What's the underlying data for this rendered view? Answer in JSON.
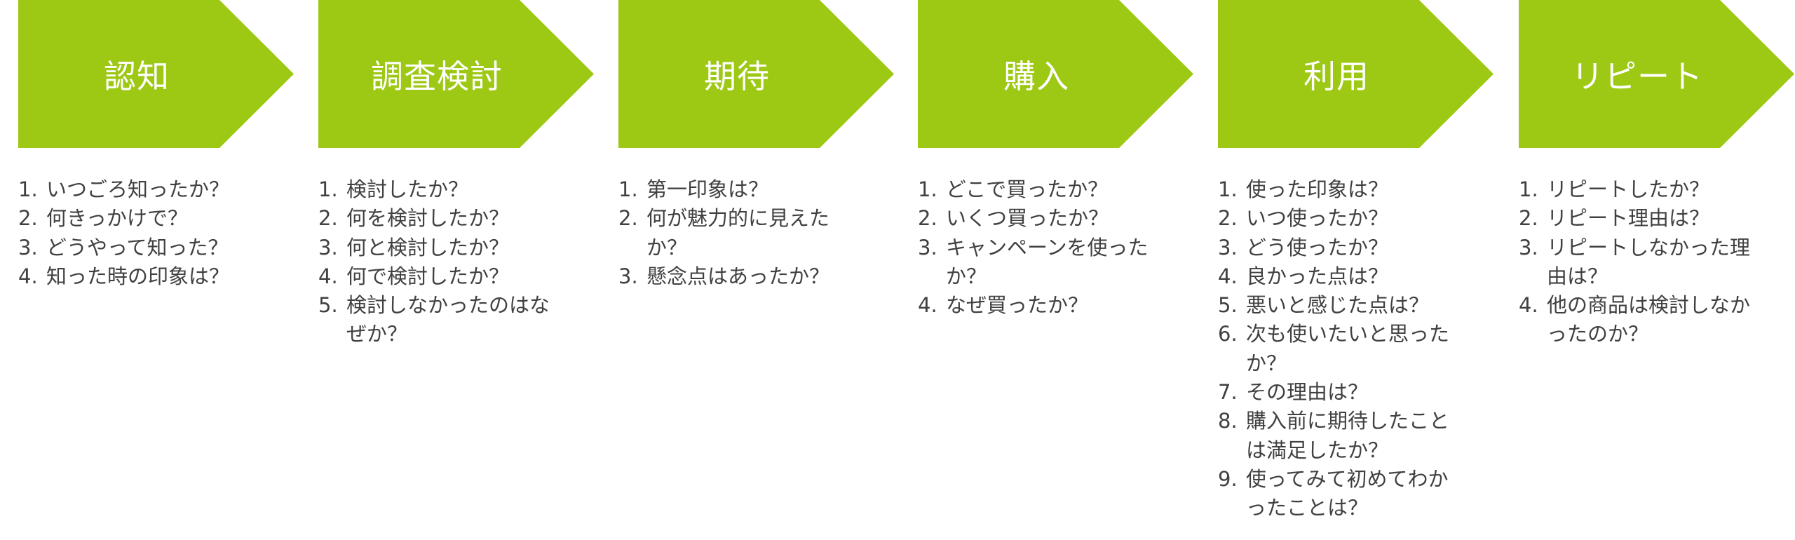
{
  "colors": {
    "chevron_fill": "#9DC814",
    "chevron_text": "#FFFFFF",
    "question_text": "#404040",
    "background": "#FFFFFF"
  },
  "stages": [
    {
      "title": "認知",
      "questions": [
        {
          "num": "1.",
          "text": "いつごろ知ったか？"
        },
        {
          "num": "2.",
          "text": "何きっかけで？"
        },
        {
          "num": "3.",
          "text": "どうやって知った？"
        },
        {
          "num": "4.",
          "text": "知った時の印象は？"
        }
      ]
    },
    {
      "title": "調査検討",
      "questions": [
        {
          "num": "1.",
          "text": "検討したか？"
        },
        {
          "num": "2.",
          "text": "何を検討したか？"
        },
        {
          "num": "3.",
          "text": "何と検討したか？"
        },
        {
          "num": "4.",
          "text": "何で検討したか？"
        },
        {
          "num": "5.",
          "text": "検討しなかったのはなぜか？"
        }
      ]
    },
    {
      "title": "期待",
      "questions": [
        {
          "num": "1.",
          "text": "第一印象は？"
        },
        {
          "num": "2.",
          "text": "何が魅力的に見えたか？"
        },
        {
          "num": "3.",
          "text": "懸念点はあったか？"
        }
      ]
    },
    {
      "title": "購入",
      "questions": [
        {
          "num": "1.",
          "text": "どこで買ったか？"
        },
        {
          "num": "2.",
          "text": "いくつ買ったか？"
        },
        {
          "num": "3.",
          "text": "キャンペーンを使ったか？"
        },
        {
          "num": "4.",
          "text": "なぜ買ったか？"
        }
      ]
    },
    {
      "title": "利用",
      "questions": [
        {
          "num": "1.",
          "text": "使った印象は？"
        },
        {
          "num": "2.",
          "text": "いつ使ったか？"
        },
        {
          "num": "3.",
          "text": "どう使ったか？"
        },
        {
          "num": "4.",
          "text": "良かった点は？"
        },
        {
          "num": "5.",
          "text": "悪いと感じた点は？"
        },
        {
          "num": "6.",
          "text": "次も使いたいと思ったか？"
        },
        {
          "num": "7.",
          "text": "その理由は？"
        },
        {
          "num": "8.",
          "text": "購入前に期待したことは満足したか？"
        },
        {
          "num": "9.",
          "text": "使ってみて初めてわかったことは？"
        }
      ]
    },
    {
      "title": "リピート",
      "questions": [
        {
          "num": "1.",
          "text": "リピートしたか？"
        },
        {
          "num": "2.",
          "text": "リピート理由は？"
        },
        {
          "num": "3.",
          "text": "リピートしなかった理由は？"
        },
        {
          "num": "4.",
          "text": "他の商品は検討しなかったのか？"
        }
      ]
    }
  ]
}
